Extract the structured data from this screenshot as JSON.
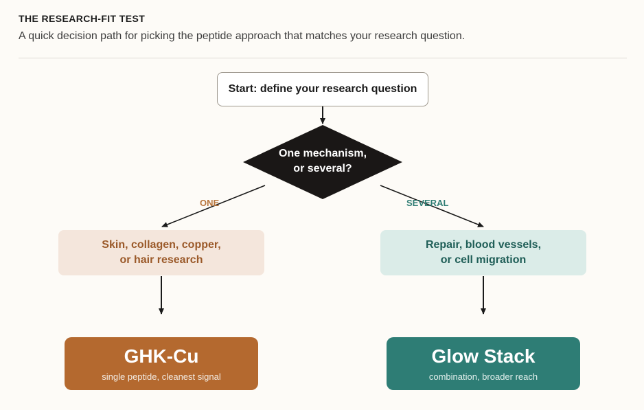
{
  "header": {
    "kicker": "THE RESEARCH-FIT TEST",
    "subtitle": "A quick decision path for picking the peptide approach that matches your research question."
  },
  "flow": {
    "start": "Start: define your research question",
    "decision": {
      "line1": "One mechanism,",
      "line2": "or several?"
    },
    "branches": {
      "left_label": "ONE",
      "right_label": "SEVERAL"
    },
    "left_condition": {
      "line1": "Skin, collagen, copper,",
      "line2": "or hair research"
    },
    "right_condition": {
      "line1": "Repair, blood vessels,",
      "line2": "or cell migration"
    },
    "left_outcome": {
      "title": "GHK-Cu",
      "subtitle": "single peptide, cleanest signal"
    },
    "right_outcome": {
      "title": "Glow Stack",
      "subtitle": "combination, broader reach"
    }
  },
  "colors": {
    "decision_fill": "#1a1716",
    "one_accent": "#b8753c",
    "several_accent": "#2f7d74",
    "left_outcome_fill": "#b4692f",
    "right_outcome_fill": "#2e7d75"
  }
}
